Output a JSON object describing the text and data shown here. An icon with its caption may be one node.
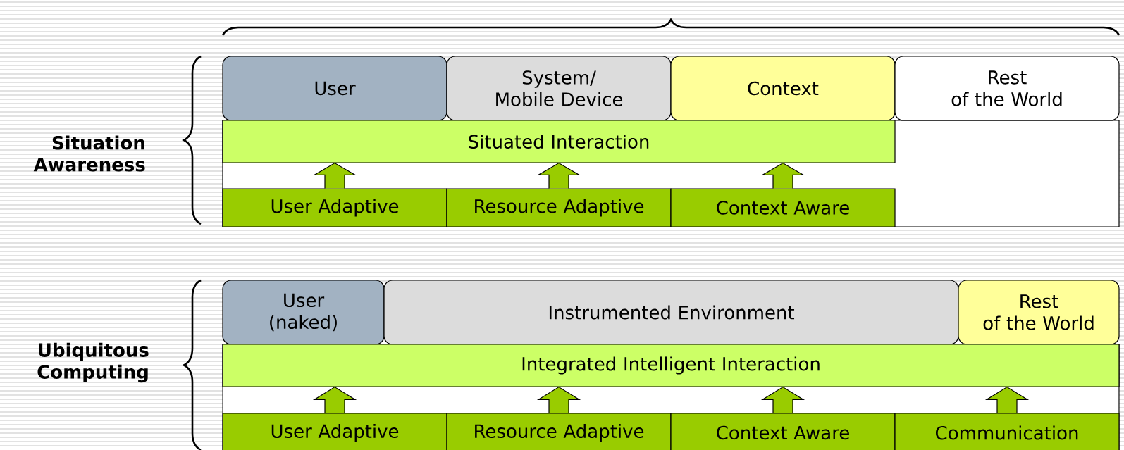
{
  "diagram": {
    "nodes": [
      {
        "text": [
          "User"
        ]
      },
      {
        "text": [
          "System/ Mobile Device"
        ]
      },
      {
        "text": [
          "Context"
        ]
      },
      {
        "text": [
          "Rest of the World"
        ]
      },
      {
        "text": [
          "Situated Interaction"
        ]
      },
      {
        "text": [
          "User Adaptive"
        ]
      },
      {
        "text": [
          "Resource Adaptive"
        ]
      },
      {
        "text": [
          "Context Aware"
        ]
      },
      {
        "text": [
          "User (naked)"
        ]
      },
      {
        "text": [
          "Instrumented Environment"
        ]
      },
      {
        "text": [
          "Rest of the World"
        ]
      },
      {
        "text": [
          "Integrated Intelligent Interaction"
        ]
      },
      {
        "text": [
          "User Adaptive"
        ]
      },
      {
        "text": [
          "Resource Adaptive"
        ]
      },
      {
        "text": [
          "Context Aware"
        ]
      },
      {
        "text": [
          "Communication"
        ]
      }
    ],
    "edges": [
      {
        "from": 5,
        "to": 4,
        "arrow": "to"
      },
      {
        "from": 6,
        "to": 4,
        "arrow": "to"
      },
      {
        "from": 7,
        "to": 4,
        "arrow": "to"
      },
      {
        "from": 12,
        "to": 11,
        "arrow": "to"
      },
      {
        "from": 13,
        "to": 11,
        "arrow": "to"
      },
      {
        "from": 14,
        "to": 11,
        "arrow": "to"
      },
      {
        "from": 15,
        "to": 11,
        "arrow": "to"
      }
    ],
    "labels": [
      "Situation Awareness",
      "Ubiquitous Computing"
    ]
  }
}
